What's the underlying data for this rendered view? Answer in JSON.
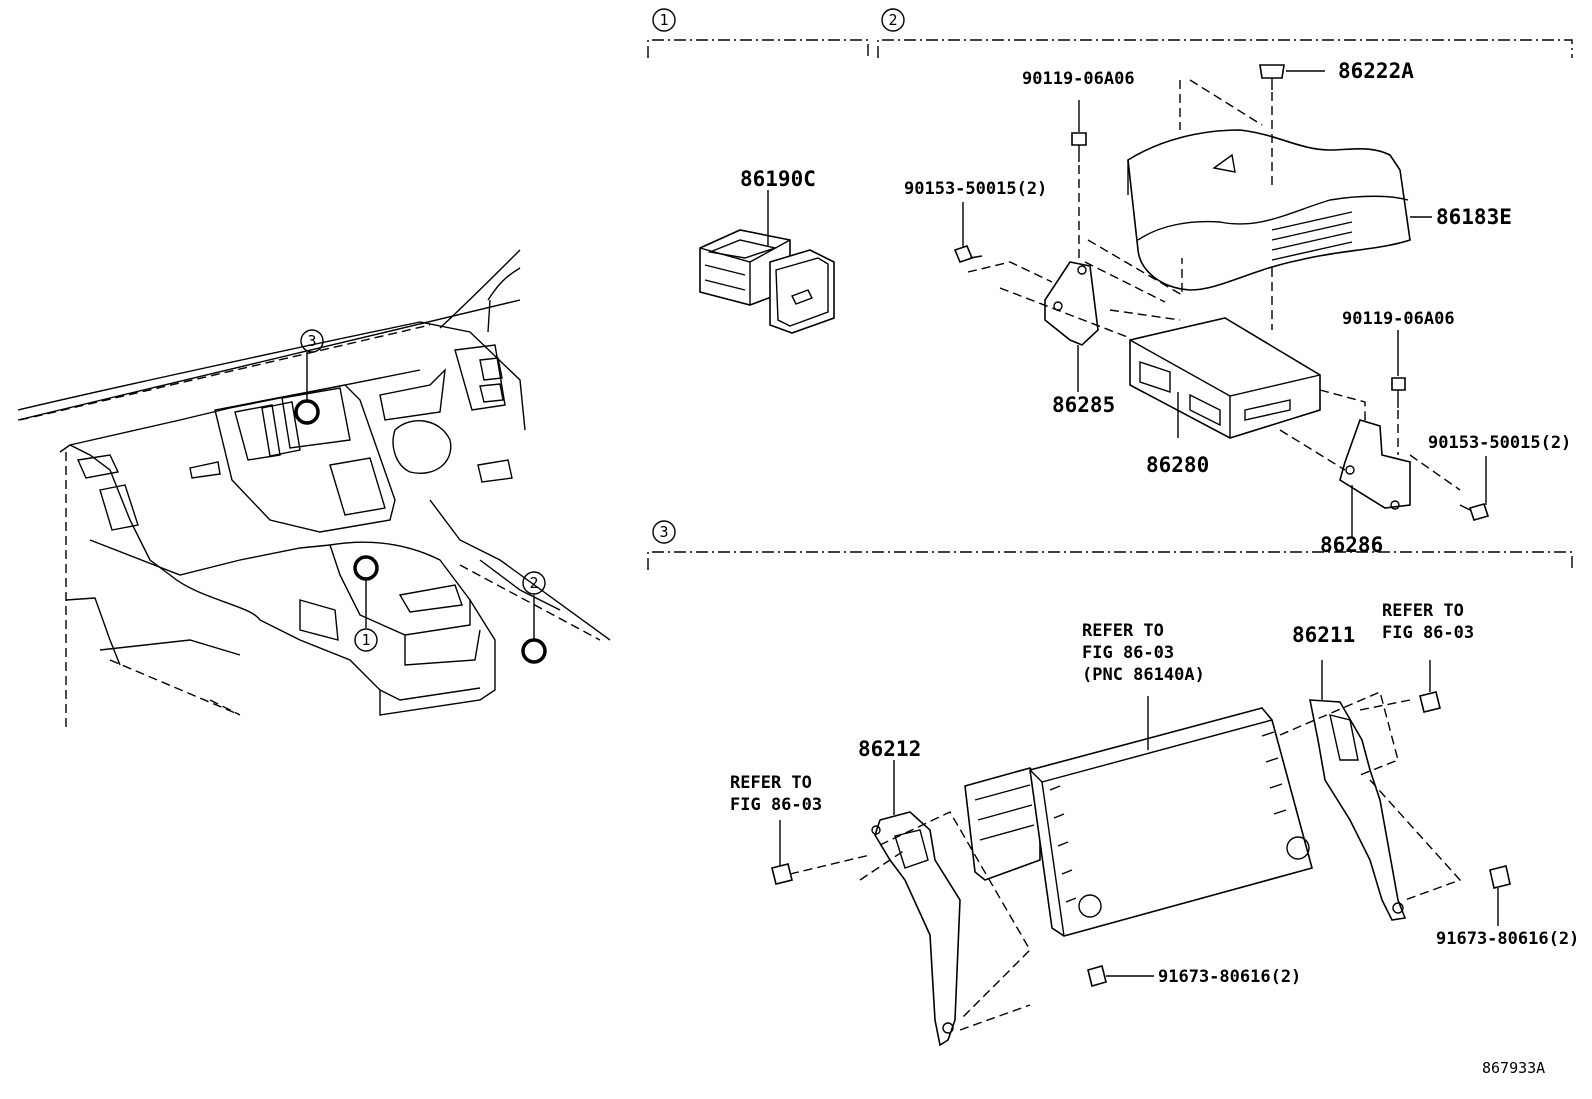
{
  "diagram": {
    "figure_number": "867933A",
    "sections": [
      {
        "index": "1"
      },
      {
        "index": "2"
      },
      {
        "index": "3"
      }
    ],
    "locator_callouts": [
      "1",
      "2",
      "3"
    ],
    "parts": {
      "p86190C": "86190C",
      "p86222A": "86222A",
      "p90119_top": "90119-06A06",
      "p90153_left": "90153-50015(2)",
      "p86183E": "86183E",
      "p86285": "86285",
      "p86280": "86280",
      "p90119_right": "90119-06A06",
      "p90153_right": "90153-50015(2)",
      "p86286": "86286",
      "p86211": "86211",
      "p86212": "86212",
      "p91673_right": "91673-80616(2)",
      "p91673_bottom": "91673-80616(2)"
    },
    "references": {
      "center": [
        "REFER TO",
        "FIG 86-03",
        "(PNC 86140A)"
      ],
      "right": [
        "REFER TO",
        "FIG 86-03"
      ],
      "left": [
        "REFER TO",
        "FIG 86-03"
      ]
    }
  }
}
